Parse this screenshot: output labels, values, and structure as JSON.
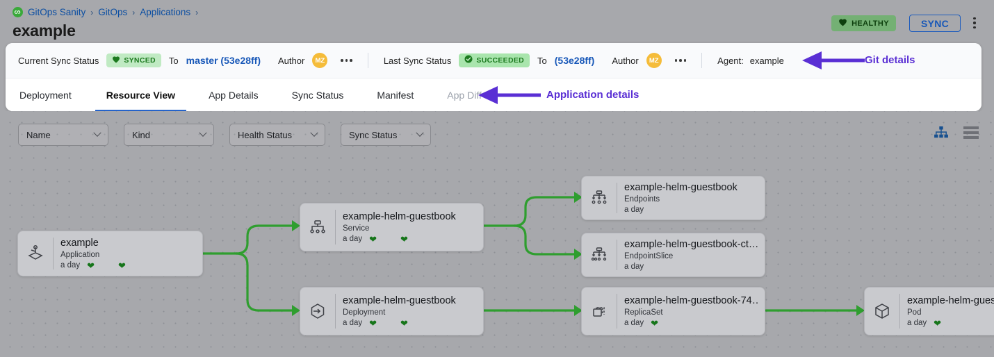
{
  "header": {
    "breadcrumb": [
      "GitOps Sanity",
      "GitOps",
      "Applications"
    ],
    "breadcrumb_separator": "›",
    "title": "example",
    "health_badge": {
      "label": "HEALTHY",
      "icon": "heart-icon",
      "color": "#74b074"
    },
    "sync_button": {
      "label": "SYNC",
      "color": "#1757b8"
    },
    "kebab_menu": "more-options"
  },
  "sync_bar": {
    "current": {
      "label": "Current Sync Status",
      "status": "SYNCED",
      "status_icon": "heart-icon",
      "to_label": "To",
      "revision": "master (53e28ff)",
      "author_label": "Author",
      "author_initials": "MZ"
    },
    "last": {
      "label": "Last Sync Status",
      "status": "SUCCEEDED",
      "status_icon": "check-circle-icon",
      "to_label": "To",
      "revision": "(53e28ff)",
      "author_label": "Author",
      "author_initials": "MZ"
    },
    "agent_label": "Agent:",
    "agent_value": "example"
  },
  "tabs": [
    {
      "label": "Deployment",
      "active": false,
      "disabled": false
    },
    {
      "label": "Resource View",
      "active": true,
      "disabled": false
    },
    {
      "label": "App Details",
      "active": false,
      "disabled": false
    },
    {
      "label": "Sync Status",
      "active": false,
      "disabled": false
    },
    {
      "label": "Manifest",
      "active": false,
      "disabled": false
    },
    {
      "label": "App Diff",
      "active": false,
      "disabled": true
    }
  ],
  "annotations": {
    "git_details": "Git details",
    "application_details": "Application details",
    "color": "#5a2fd4"
  },
  "filters": [
    {
      "label": "Name"
    },
    {
      "label": "Kind"
    },
    {
      "label": "Health Status"
    },
    {
      "label": "Sync Status"
    }
  ],
  "view_toggles": [
    {
      "name": "tree-view-icon",
      "active": true,
      "color": "#17508f"
    },
    {
      "name": "list-view-icon",
      "active": false,
      "color": "#6e7076"
    }
  ],
  "graph": {
    "nodes": [
      {
        "name": "example",
        "kind": "Application",
        "age": "a day",
        "icon": "helm-icon",
        "hearts": 2
      },
      {
        "name": "example-helm-guestbook",
        "kind": "Service",
        "age": "a day",
        "icon": "service-icon",
        "hearts": 2
      },
      {
        "name": "example-helm-guestbook",
        "kind": "Deployment",
        "age": "a day",
        "icon": "deployment-icon",
        "hearts": 2
      },
      {
        "name": "example-helm-guestbook",
        "kind": "Endpoints",
        "age": "a day",
        "icon": "endpoints-icon",
        "hearts": 0
      },
      {
        "name": "example-helm-guestbook-ct…",
        "kind": "EndpointSlice",
        "age": "a day",
        "icon": "endpointslice-icon",
        "hearts": 0
      },
      {
        "name": "example-helm-guestbook-74…",
        "kind": "ReplicaSet",
        "age": "a day",
        "icon": "replicaset-icon",
        "hearts": 1
      },
      {
        "name": "example-helm-guest",
        "kind": "Pod",
        "age": "a day",
        "icon": "pod-icon",
        "hearts": 1
      }
    ],
    "edge_color": "#2f9e2f",
    "heart_color": "#16751a"
  }
}
